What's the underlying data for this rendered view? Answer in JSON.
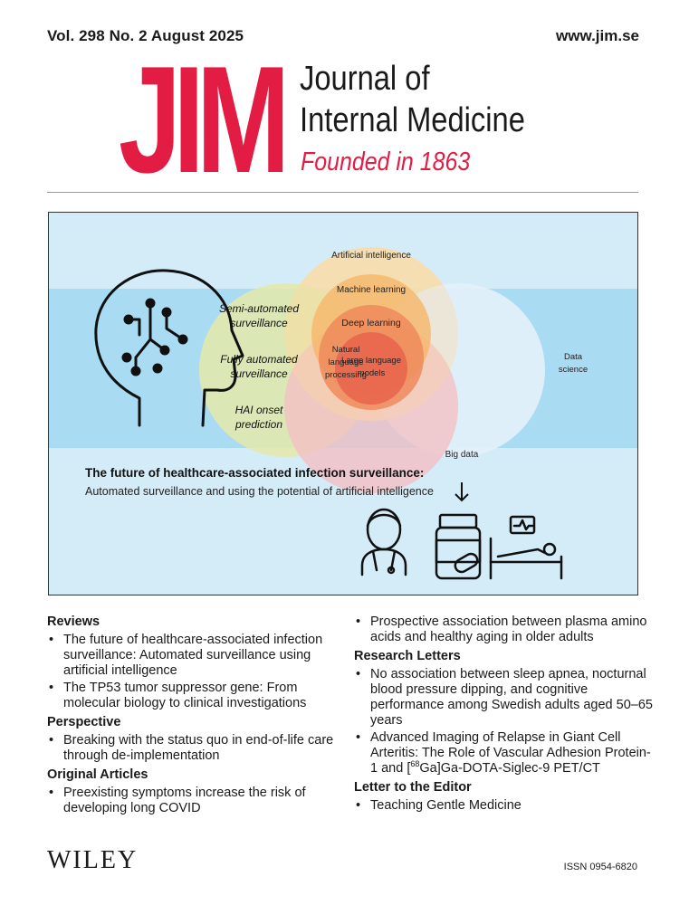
{
  "header": {
    "issue": "Vol. 298  No. 2  August 2025",
    "website": "www.jim.se"
  },
  "masthead": {
    "logo": "JIM",
    "title_line1": "Journal of",
    "title_line2": "Internal Medicine",
    "founded": "Founded in 1863"
  },
  "cover": {
    "left_labels": [
      "Semi-automated",
      "surveillance",
      "Fully automated",
      "surveillance",
      "HAI onset",
      "prediction"
    ],
    "venn": {
      "ai": "Artificial intelligence",
      "ml": "Machine learning",
      "dl": "Deep learning",
      "llm1": "Large language",
      "llm2": "models",
      "nlp1": "Natural",
      "nlp2": "language",
      "nlp3": "processing",
      "ds1": "Data",
      "ds2": "science",
      "bigdata": "Big data"
    },
    "caption_title": "The future of healthcare-associated infection surveillance:",
    "caption_sub": "Automated surveillance and using the potential of artificial intelligence",
    "colors": {
      "bg": "#d4ecf8",
      "band": "#a9dbf3",
      "accent": "#e31c44"
    }
  },
  "toc": {
    "reviews_heading": "Reviews",
    "reviews": [
      "The future of healthcare-associated infection surveillance: Automated surveillance using artificial intelligence",
      "The TP53 tumor suppressor gene: From molecular biology to clinical investigations"
    ],
    "perspective_heading": "Perspective",
    "perspective": [
      "Breaking with the status quo in end-of-life care through de-implementation"
    ],
    "original_heading": "Original Articles",
    "original": [
      "Preexisting symptoms increase the risk of developing long COVID"
    ],
    "original_cont": [
      "Prospective association between plasma amino acids and healthy aging in older adults"
    ],
    "research_heading": "Research Letters",
    "research": [
      "No association between sleep apnea, nocturnal blood pressure dipping, and cognitive performance among Swedish adults aged 50–65 years"
    ],
    "research_last_a": "Advanced Imaging of Relapse in Giant Cell Arteritis: The Role of Vascular Adhesion Protein-1 and [",
    "research_last_sup": "68",
    "research_last_b": "Ga]Ga-DOTA-Siglec-9 PET/CT",
    "letter_heading": "Letter to the Editor",
    "letter": [
      "Teaching Gentle Medicine"
    ]
  },
  "footer": {
    "publisher": "WILEY",
    "issn": "ISSN 0954-6820"
  }
}
